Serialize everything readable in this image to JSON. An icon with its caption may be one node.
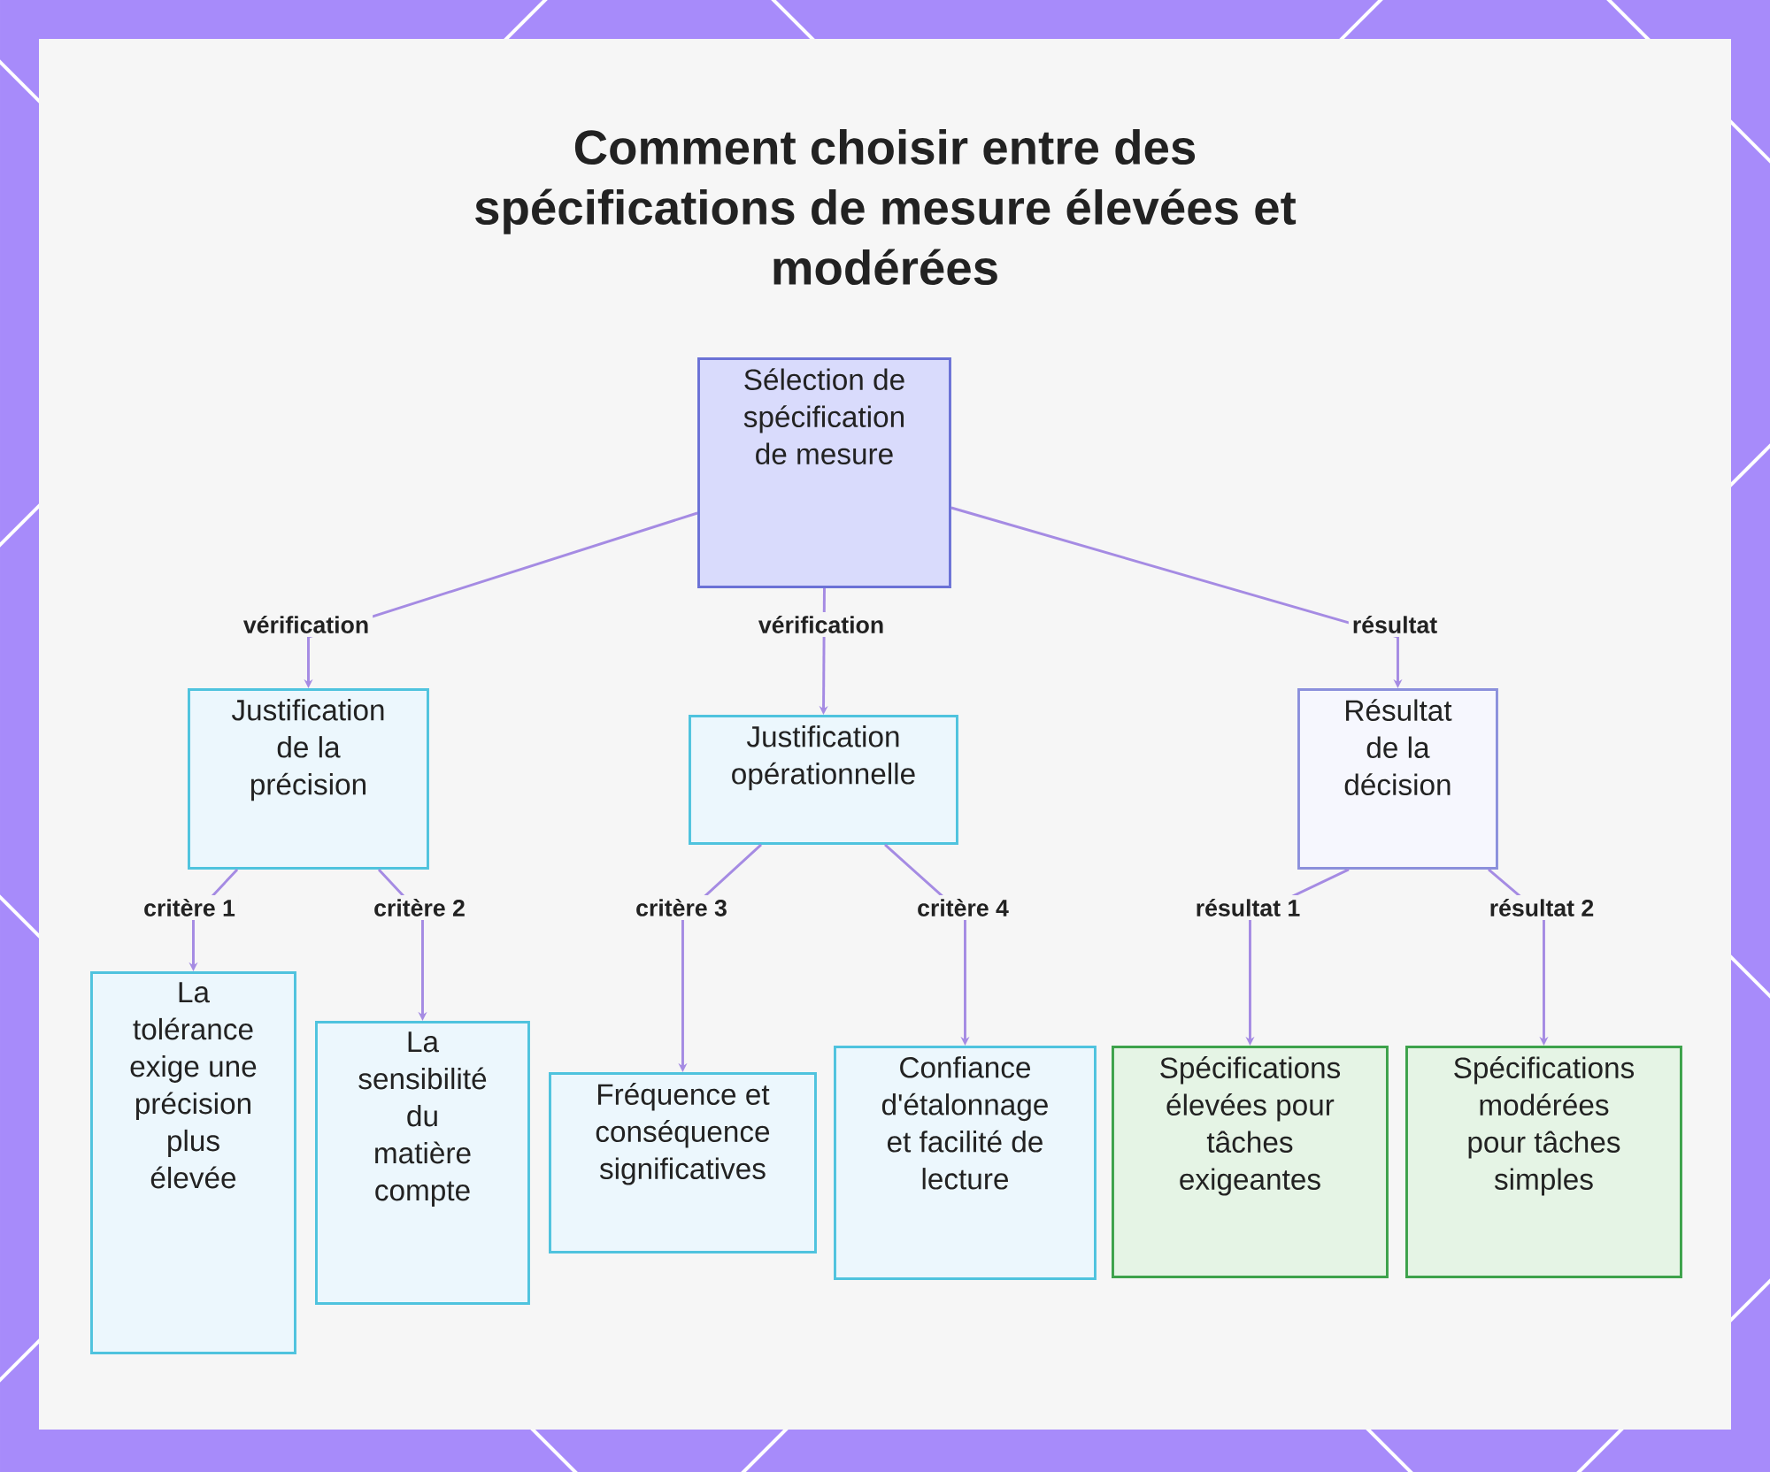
{
  "diagram": {
    "title": "Comment choisir entre des spécifications de mesure élevées et modérées",
    "nodes": [
      {
        "text": [
          "Sélection de spécification de mesure"
        ]
      },
      {
        "text": [
          "Justification de la précision"
        ]
      },
      {
        "text": [
          "Justification opérationnelle"
        ]
      },
      {
        "text": [
          "Résultat de la décision"
        ]
      },
      {
        "text": [
          "La tolérance exige une précision plus élevée"
        ]
      },
      {
        "text": [
          "La sensibilité du matière compte"
        ]
      },
      {
        "text": [
          "Fréquence et conséquence significatives"
        ]
      },
      {
        "text": [
          "Confiance d'étalonnage et facilité de lecture"
        ]
      },
      {
        "text": [
          "Spécifications élevées pour tâches exigeantes"
        ]
      },
      {
        "text": [
          "Spécifications modérées pour tâches simples"
        ]
      }
    ],
    "edges": [
      {
        "from": 0,
        "to": 1,
        "arrow": "to",
        "label": "vérification"
      },
      {
        "from": 0,
        "to": 2,
        "arrow": "to",
        "label": "vérification"
      },
      {
        "from": 0,
        "to": 3,
        "arrow": "to",
        "label": "résultat"
      },
      {
        "from": 1,
        "to": 4,
        "arrow": "to",
        "label": "critère 1"
      },
      {
        "from": 1,
        "to": 5,
        "arrow": "to",
        "label": "critère 2"
      },
      {
        "from": 2,
        "to": 6,
        "arrow": "to",
        "label": "critère 3"
      },
      {
        "from": 2,
        "to": 7,
        "arrow": "to",
        "label": "critère 4"
      },
      {
        "from": 3,
        "to": 8,
        "arrow": "to",
        "label": "résultat 1"
      },
      {
        "from": 3,
        "to": 9,
        "arrow": "to",
        "label": "résultat 2"
      }
    ]
  }
}
